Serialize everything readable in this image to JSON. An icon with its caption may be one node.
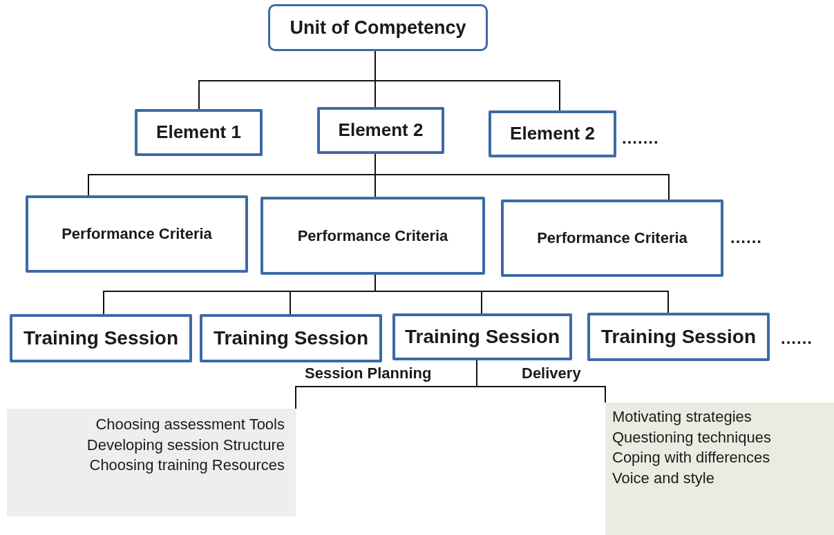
{
  "diagram": {
    "nodes": [
      {
        "text": [
          "Unit of Competency"
        ]
      },
      {
        "text": [
          "Element 1"
        ]
      },
      {
        "text": [
          "Element 2"
        ]
      },
      {
        "text": [
          "Element 2"
        ]
      },
      {
        "text": [
          "Performance Criteria"
        ]
      },
      {
        "text": [
          "Performance Criteria"
        ]
      },
      {
        "text": [
          "Performance Criteria"
        ]
      },
      {
        "text": [
          "Training Session"
        ]
      },
      {
        "text": [
          "Training Session"
        ]
      },
      {
        "text": [
          "Training Session"
        ]
      },
      {
        "text": [
          "Training Session"
        ]
      },
      {
        "text": [
          "Choosing assessment  Tools",
          "Developing  session Structure",
          "Choosing training Resources"
        ]
      },
      {
        "text": [
          "Motivating strategies",
          "Questioning techniques",
          "Coping with differences",
          "Voice and style"
        ]
      }
    ],
    "edges": [
      {
        "from": 0,
        "to": 1,
        "arrow": "none"
      },
      {
        "from": 0,
        "to": 2,
        "arrow": "none"
      },
      {
        "from": 0,
        "to": 3,
        "arrow": "none"
      },
      {
        "from": 2,
        "to": 4,
        "arrow": "none"
      },
      {
        "from": 2,
        "to": 5,
        "arrow": "none"
      },
      {
        "from": 2,
        "to": 6,
        "arrow": "none"
      },
      {
        "from": 5,
        "to": 7,
        "arrow": "none"
      },
      {
        "from": 5,
        "to": 8,
        "arrow": "none"
      },
      {
        "from": 5,
        "to": 9,
        "arrow": "none"
      },
      {
        "from": 5,
        "to": 10,
        "arrow": "none"
      },
      {
        "from": 9,
        "to": 11,
        "label": "Session Planning",
        "arrow": "none"
      },
      {
        "from": 9,
        "to": 12,
        "label": "Delivery",
        "arrow": "none"
      }
    ],
    "labels": [
      ".......",
      "......",
      "......"
    ]
  }
}
